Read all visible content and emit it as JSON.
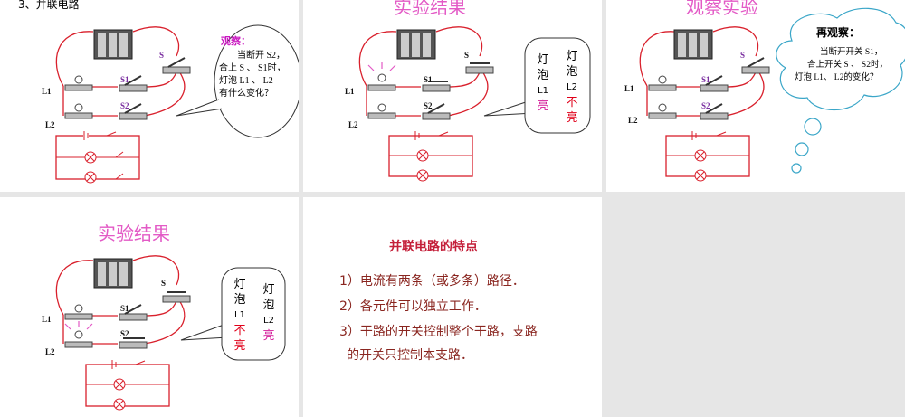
{
  "panel1": {
    "heading": "3、并联电路",
    "labels": {
      "S": "S",
      "S1": "S1",
      "S2": "S2",
      "L1": "L1",
      "L2": "L2"
    },
    "bubble": {
      "title": "观察：",
      "lines": [
        "当断开 S2，",
        "合上 S 、 S1时，",
        "灯泡 L1 、 L2",
        "有什么变化？"
      ]
    }
  },
  "panel2": {
    "title": "实验结果",
    "labels": {
      "S": "S",
      "S1": "S1",
      "S2": "S2",
      "L1": "L1",
      "L2": "L2"
    },
    "result_l1": [
      "灯",
      "泡",
      "L1",
      "亮"
    ],
    "result_l2": [
      "灯",
      "泡",
      "L2",
      "不",
      "亮"
    ]
  },
  "panel3": {
    "title": "观察实验",
    "labels": {
      "S": "S",
      "S1": "S1",
      "S2": "S2",
      "L1": "L1",
      "L2": "L2"
    },
    "cloud": {
      "title": "再观察：",
      "lines": [
        "当断开开关 S1，",
        "合上开关 S 、 S2时，",
        "灯泡 L1、 L2的变化？"
      ]
    }
  },
  "panel4": {
    "title": "实验结果",
    "labels": {
      "S": "S",
      "S1": "S1",
      "S2": "S2",
      "L1": "L1",
      "L2": "L2"
    },
    "result_l1": [
      "灯",
      "泡",
      "L1",
      "不",
      "亮"
    ],
    "result_l2": [
      "灯",
      "泡",
      "L2",
      "亮"
    ]
  },
  "panel5": {
    "heading": "并联电路的特点",
    "items": [
      "1）电流有两条（或多条）路径．",
      "2）各元件可以独立工作．",
      "3）干路的开关控制整个干路，支路",
      "的开关只控制本支路．"
    ]
  },
  "colors": {
    "wire": "#d9202c",
    "title": "#e35ac6",
    "head": "#c4203a",
    "body": "#8a2620"
  }
}
